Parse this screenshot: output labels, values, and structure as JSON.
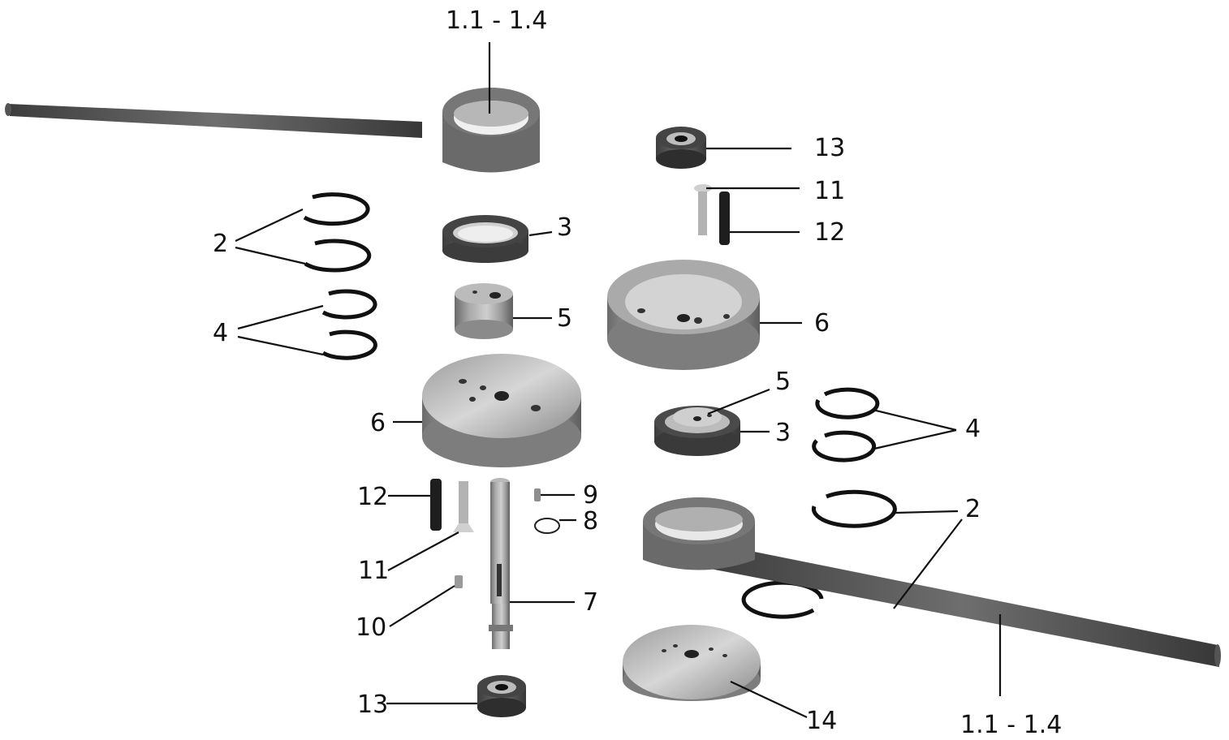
{
  "callouts": {
    "top_handle": "1.1 - 1.4",
    "bottom_handle": "1.1 - 1.4",
    "c2_left": "2",
    "c4_left": "4",
    "c3_left": "3",
    "c5_left": "5",
    "c6_left": "6",
    "c12_left": "12",
    "c11_left": "11",
    "c10": "10",
    "c7": "7",
    "c9": "9",
    "c8": "8",
    "c13_bottom": "13",
    "c13_top": "13",
    "c11_right": "11",
    "c12_right": "12",
    "c6_right": "6",
    "c5_right": "5",
    "c3_right": "3",
    "c4_right": "4",
    "c2_right": "2",
    "c14": "14"
  }
}
